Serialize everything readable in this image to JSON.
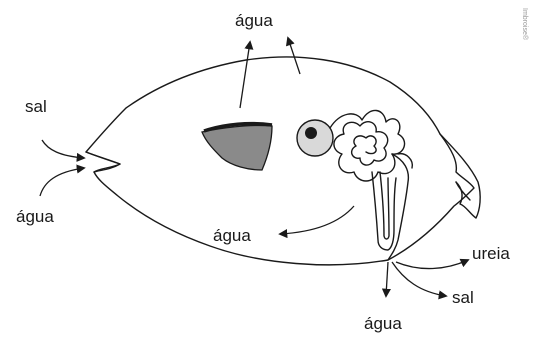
{
  "labels": {
    "top_water": "água",
    "left_salt": "sal",
    "left_water": "água",
    "middle_water": "água",
    "bottom_water": "água",
    "bottom_salt": "sal",
    "urea": "ureia"
  },
  "credit": "Imbroise®",
  "colors": {
    "outline": "#1a1a1a",
    "gill_fill": "#8a8a8a",
    "eye_fill": "#d9d9d9"
  }
}
